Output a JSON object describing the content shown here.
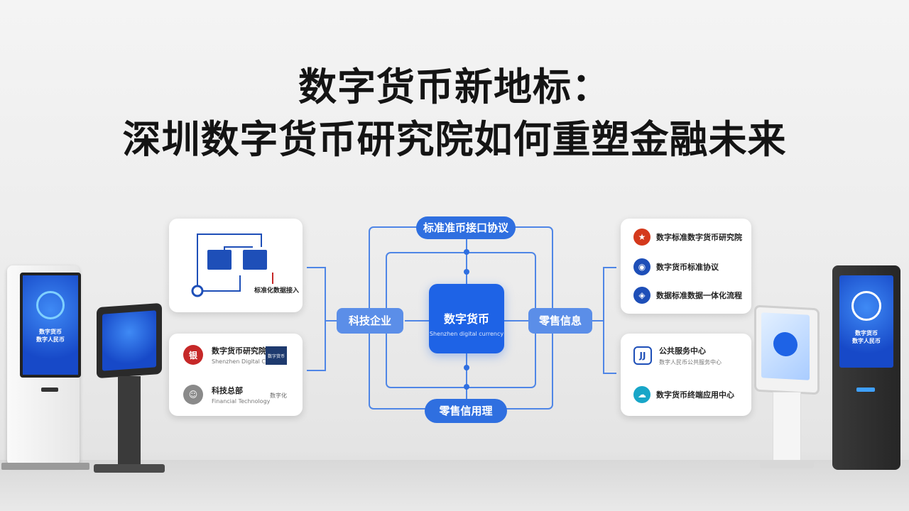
{
  "title": {
    "line1": "数字货币新地标：",
    "line2": "深圳数字货币研究院如何重塑金融未来"
  },
  "center": {
    "hub_label": "数字货币",
    "hub_sub": "Shenzhen digital currency",
    "top_node": "标准准币接口协议",
    "left_node": "科技企业",
    "right_node": "零售信息",
    "bottom_node": "零售信用理"
  },
  "left_cards": {
    "diagram_card_label": "标准化数据接入",
    "bank_card": {
      "name": "数字货币研究院",
      "sub": "Shenzhen Digital Currency",
      "badge": "数字货币"
    },
    "person_card": {
      "name": "科技总部",
      "sub": "Financial Technology",
      "side": "数字化"
    }
  },
  "right_cards": {
    "top_items": [
      "数字标准数字货币研究院",
      "数字货币标准协议",
      "数据标准数据一体化流程"
    ],
    "bottom_items": [
      {
        "label": "公共服务中心",
        "sub": "数字人民币公共服务中心"
      },
      {
        "label": "数字货币终端应用中心"
      }
    ]
  },
  "kiosks": {
    "left_screen": "数字货币\n数字人民币",
    "right_screen": "数字货币\n数字人民币"
  },
  "colors": {
    "accent": "#1e63e6",
    "node": "#2f6fe0",
    "line": "#4f86e6"
  }
}
